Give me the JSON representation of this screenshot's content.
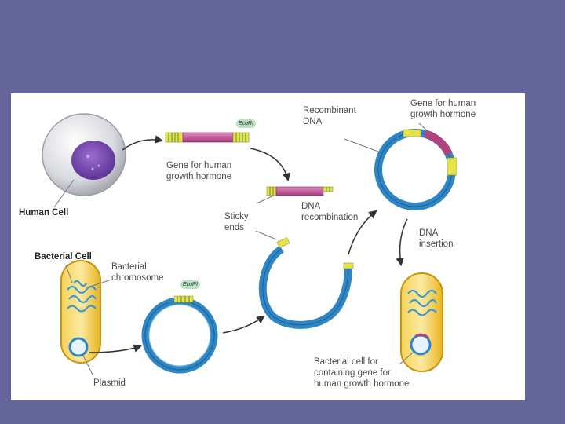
{
  "labels": {
    "human_cell": "Human Cell",
    "bacterial_cell": "Bacterial Cell",
    "bacterial_chromosome": "Bacterial\nchromosome",
    "plasmid": "Plasmid",
    "gene_top": "Gene for human\ngrowth hormone",
    "sticky_ends": "Sticky\nends",
    "dna_recombination": "DNA\nrecombination",
    "recombinant_dna": "Recombinant\nDNA",
    "gene_right": "Gene for human\ngrowth hormone",
    "dna_insertion": "DNA\ninsertion",
    "result_cell": "Bacterial cell for\ncontaining gene for\nhuman growth hormone"
  },
  "enzyme_tags": [
    "EcoRI",
    "EcoRI"
  ],
  "colors": {
    "background": "#64659a",
    "panel": "#ffffff",
    "dna_ring": "#2f86c4",
    "gene": "#c24d92",
    "sticky_end": "#e6e24a",
    "bacterium": "#f2c433",
    "nucleus": "#7b4fb0"
  }
}
